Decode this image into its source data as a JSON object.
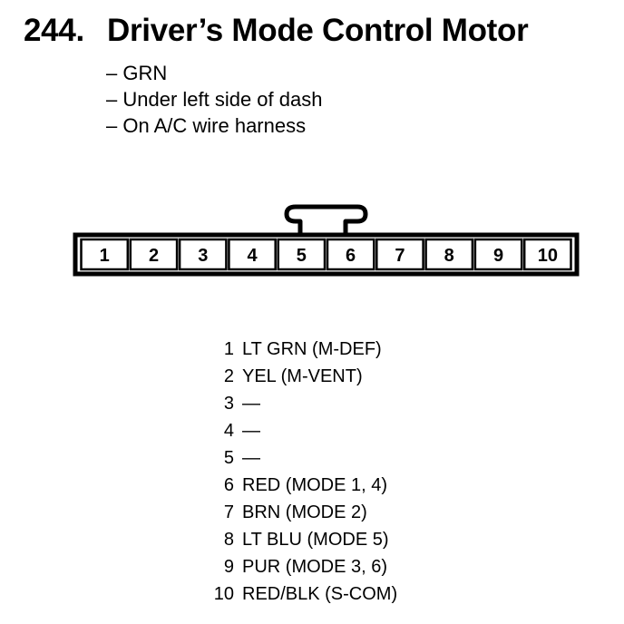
{
  "title": {
    "number": "244.",
    "text": "Driver’s Mode Control Motor"
  },
  "notes": [
    "– GRN",
    "– Under left side of dash",
    "– On A/C wire harness"
  ],
  "connector": {
    "pins": [
      "1",
      "2",
      "3",
      "4",
      "5",
      "6",
      "7",
      "8",
      "9",
      "10"
    ]
  },
  "pin_assignments": [
    {
      "pin": "1",
      "wire": "LT GRN (M-DEF)"
    },
    {
      "pin": "2",
      "wire": "YEL (M-VENT)"
    },
    {
      "pin": "3",
      "wire": "—"
    },
    {
      "pin": "4",
      "wire": "—"
    },
    {
      "pin": "5",
      "wire": "—"
    },
    {
      "pin": "6",
      "wire": "RED (MODE 1, 4)"
    },
    {
      "pin": "7",
      "wire": "BRN (MODE 2)"
    },
    {
      "pin": "8",
      "wire": "LT BLU (MODE 5)"
    },
    {
      "pin": "9",
      "wire": "PUR (MODE 3, 6)"
    },
    {
      "pin": "10",
      "wire": "RED/BLK (S-COM)"
    }
  ]
}
